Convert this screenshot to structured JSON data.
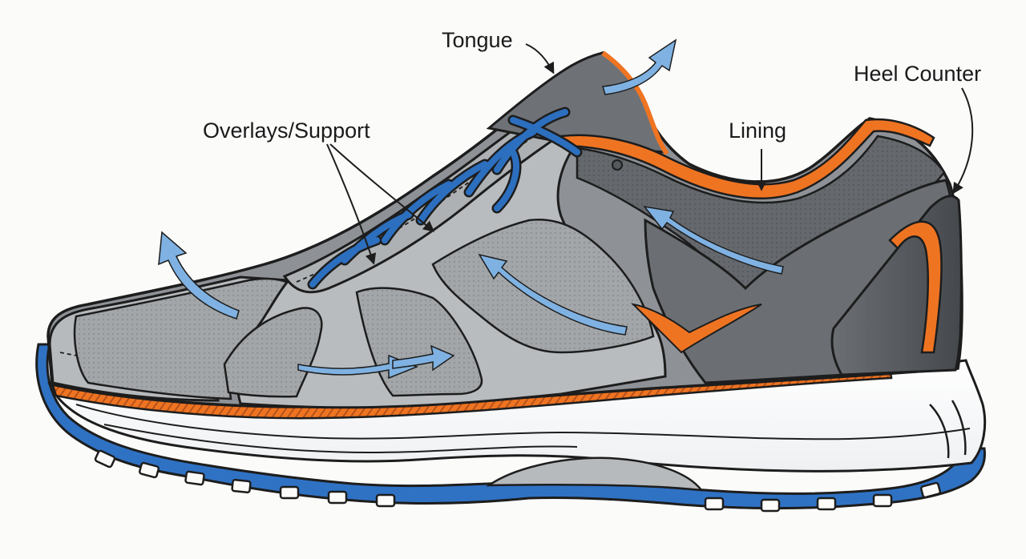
{
  "labels": {
    "tongue": "Tongue",
    "overlays": "Overlays/Support",
    "lining": "Lining",
    "heel_counter": "Heel Counter"
  },
  "colors": {
    "outline": "#1d1d1d",
    "upper_light": "#b9bcbf",
    "upper_mid": "#8e9297",
    "upper_dark": "#5f6367",
    "mesh": "#a4a7aa",
    "accent_orange": "#ef7422",
    "lace_blue": "#2c6fbf",
    "outsole_blue": "#2f72c4",
    "airflow_arrow": "#7fb2e2",
    "midsole": "#ffffff"
  }
}
